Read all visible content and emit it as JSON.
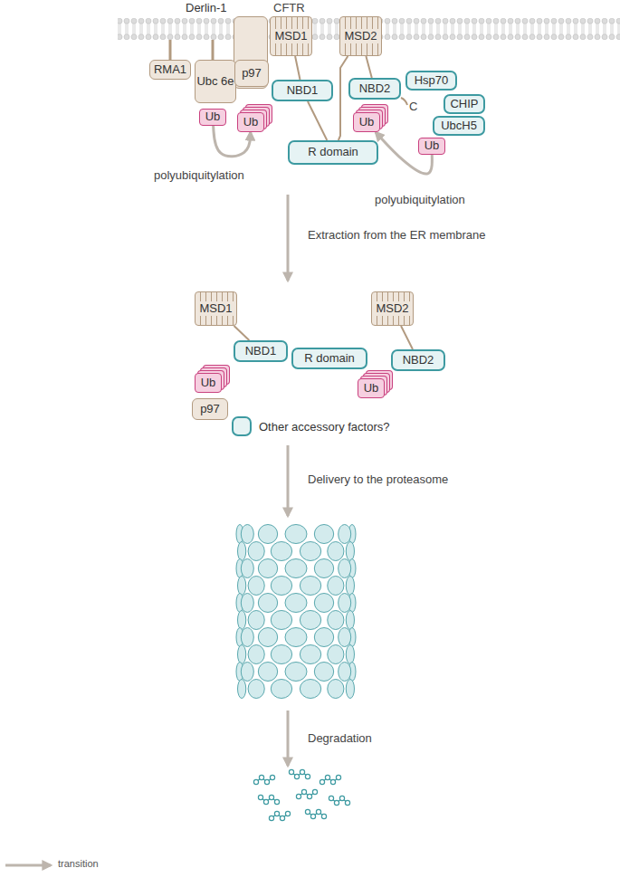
{
  "diagram": {
    "nodes": [
      {
        "text": [
          "Derlin-1"
        ]
      },
      {
        "text": [
          "RMA1"
        ]
      },
      {
        "text": [
          "Ubc 6e"
        ]
      },
      {
        "text": [
          "p97"
        ]
      },
      {
        "text": [
          "Ub"
        ]
      },
      {
        "text": [
          "Ub"
        ]
      },
      {
        "text": [
          "MSD1"
        ]
      },
      {
        "text": [
          "NBD1"
        ]
      },
      {
        "text": [
          "MSD2"
        ]
      },
      {
        "text": [
          "NBD2"
        ]
      },
      {
        "text": [
          "Ub"
        ]
      },
      {
        "text": [
          "Hsp70"
        ]
      },
      {
        "text": [
          "CHIP"
        ]
      },
      {
        "text": [
          "UbcH5"
        ]
      },
      {
        "text": [
          "Ub"
        ]
      },
      {
        "text": [
          "R domain"
        ]
      },
      {
        "text": [
          "MSD1"
        ]
      },
      {
        "text": [
          "NBD1"
        ]
      },
      {
        "text": [
          "R domain"
        ]
      },
      {
        "text": [
          "MSD2"
        ]
      },
      {
        "text": [
          "NBD2"
        ]
      },
      {
        "text": [
          "Ub"
        ]
      },
      {
        "text": [
          "p97"
        ]
      },
      {
        "text": [
          "Other accessory factors?"
        ]
      },
      {
        "text": [
          "Ub"
        ]
      }
    ],
    "edges": [
      {
        "from": 4,
        "to": 5,
        "arrow": "to",
        "label": "polyubiquitylation"
      },
      {
        "from": 14,
        "to": 10,
        "arrow": "to",
        "label": "polyubiquitylation"
      },
      {
        "from": 6,
        "to": 7,
        "arrow": "none"
      },
      {
        "from": 7,
        "to": 15,
        "arrow": "none"
      },
      {
        "from": 15,
        "to": 8,
        "arrow": "none"
      },
      {
        "from": 8,
        "to": 9,
        "arrow": "none"
      },
      {
        "from": 16,
        "to": 17,
        "arrow": "none"
      },
      {
        "from": 19,
        "to": 20,
        "arrow": "none"
      }
    ],
    "labels": [
      "CFTR",
      "C",
      "Extraction from the ER membrane",
      "Delivery to the proteasome",
      "Degradation"
    ],
    "legend": [
      {
        "text": "transition"
      }
    ]
  }
}
